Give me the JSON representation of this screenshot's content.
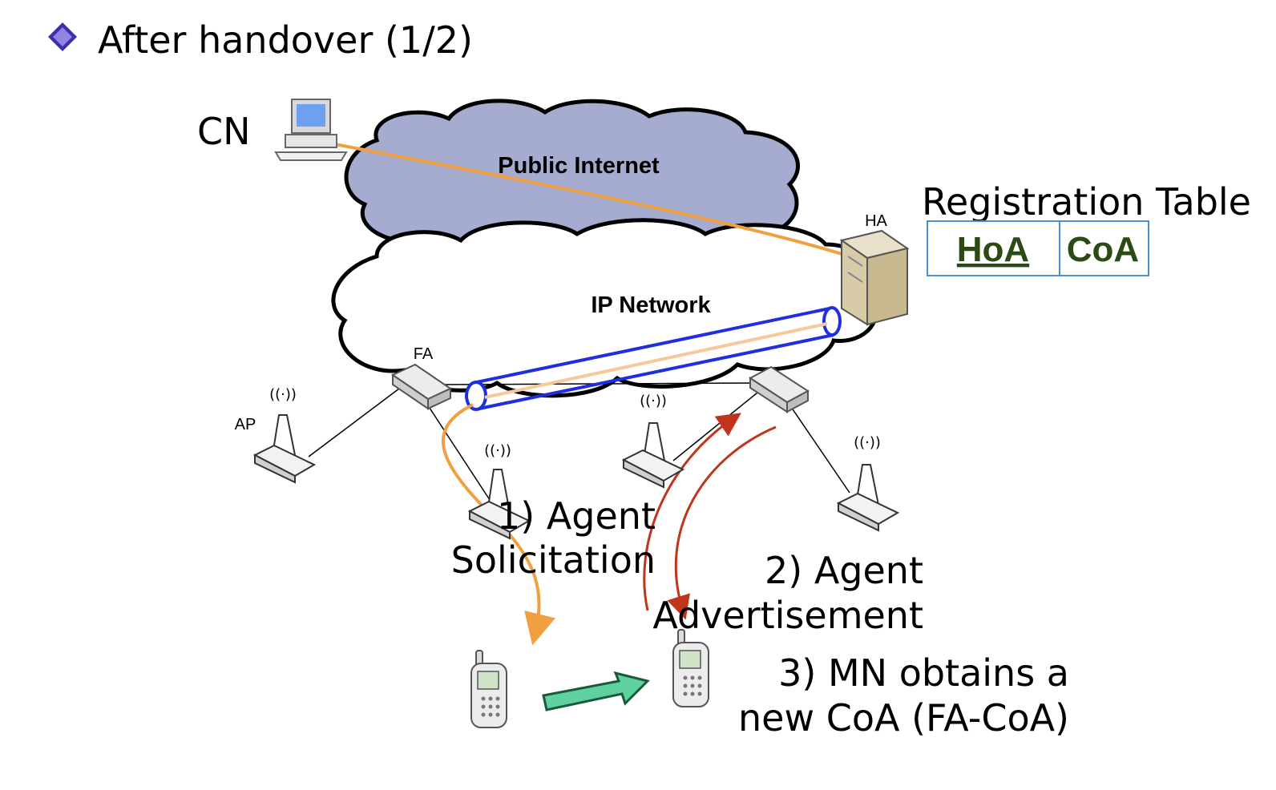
{
  "slide": {
    "title": "After handover (1/2)"
  },
  "nodes": {
    "cn": "CN",
    "ha": "HA",
    "fa": "FA",
    "ap": "AP"
  },
  "clouds": {
    "internet": "Public Internet",
    "ip_network": "IP Network"
  },
  "registration_table": {
    "title": "Registration Table",
    "columns": [
      "HoA",
      "CoA"
    ]
  },
  "steps": {
    "step1_line1": "1) Agent",
    "step1_line2": "Solicitation",
    "step2_line1": "2) Agent",
    "step2_line2": "Advertisement",
    "step3_line1": "3) MN obtains a",
    "step3_line2": "new CoA (FA-CoA)"
  },
  "colors": {
    "internet_cloud": "#a6abd0",
    "orange_path": "#f0a040",
    "tunnel": "#1f2fe0",
    "red_arrow": "#c0341d",
    "move_arrow": "#5fd0a0",
    "table_text": "#2b4a16",
    "table_border": "#4a8fd0"
  }
}
